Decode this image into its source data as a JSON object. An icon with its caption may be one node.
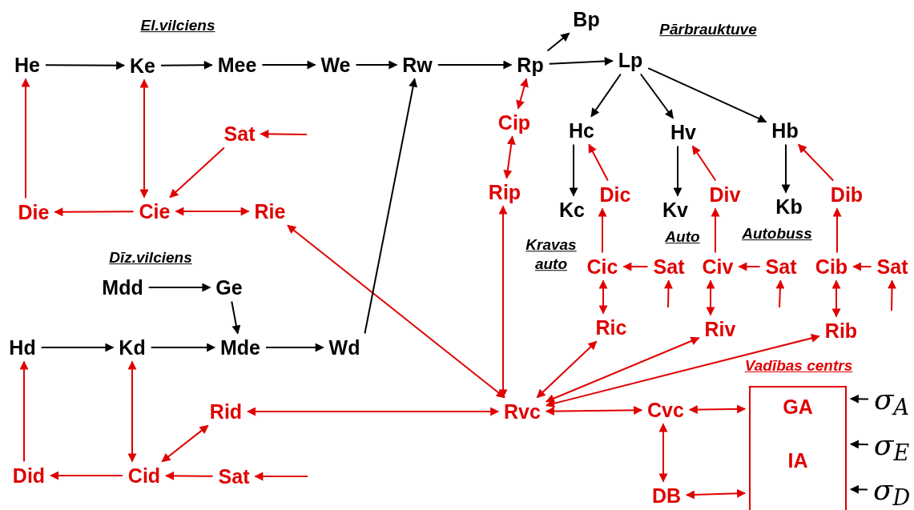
{
  "diagram": {
    "nodes": [
      {
        "text": [
          "He"
        ]
      },
      {
        "text": [
          "Ke"
        ]
      },
      {
        "text": [
          "Mee"
        ]
      },
      {
        "text": [
          "We"
        ]
      },
      {
        "text": [
          "Rw"
        ]
      },
      {
        "text": [
          "Rp"
        ]
      },
      {
        "text": [
          "Bp"
        ]
      },
      {
        "text": [
          "Lp"
        ]
      },
      {
        "text": [
          "Hc"
        ]
      },
      {
        "text": [
          "Hv"
        ]
      },
      {
        "text": [
          "Hb"
        ]
      },
      {
        "text": [
          "Kc"
        ]
      },
      {
        "text": [
          "Dic"
        ]
      },
      {
        "text": [
          "Kv"
        ]
      },
      {
        "text": [
          "Div"
        ]
      },
      {
        "text": [
          "Kb"
        ]
      },
      {
        "text": [
          "Dib"
        ]
      },
      {
        "text": [
          "Cip"
        ]
      },
      {
        "text": [
          "Rip"
        ]
      },
      {
        "text": [
          "Sat"
        ]
      },
      {
        "text": [
          "Die"
        ]
      },
      {
        "text": [
          "Cie"
        ]
      },
      {
        "text": [
          "Rie"
        ]
      },
      {
        "text": [
          "Mdd"
        ]
      },
      {
        "text": [
          "Ge"
        ]
      },
      {
        "text": [
          "Hd"
        ]
      },
      {
        "text": [
          "Kd"
        ]
      },
      {
        "text": [
          "Mde"
        ]
      },
      {
        "text": [
          "Wd"
        ]
      },
      {
        "text": [
          "Rid"
        ]
      },
      {
        "text": [
          "Did"
        ]
      },
      {
        "text": [
          "Cid"
        ]
      },
      {
        "text": [
          "Sat"
        ]
      },
      {
        "text": [
          "Cic"
        ]
      },
      {
        "text": [
          "Sat"
        ]
      },
      {
        "text": [
          "Civ"
        ]
      },
      {
        "text": [
          "Sat"
        ]
      },
      {
        "text": [
          "Cib"
        ]
      },
      {
        "text": [
          "Sat"
        ]
      },
      {
        "text": [
          "Ric"
        ]
      },
      {
        "text": [
          "Riv"
        ]
      },
      {
        "text": [
          "Rib"
        ]
      },
      {
        "text": [
          "Rvc"
        ]
      },
      {
        "text": [
          "Cvc"
        ]
      },
      {
        "text": [
          "DB"
        ]
      },
      {
        "text": [
          "Vadības centrs",
          "GA",
          "IA"
        ]
      },
      {
        "text": [
          "σ$_{A}$"
        ]
      },
      {
        "text": [
          "σ$_{E}$"
        ]
      },
      {
        "text": [
          "σ$_{D}$"
        ]
      }
    ],
    "edges": [
      {
        "from": 0,
        "to": 1,
        "arrow": "to",
        "color": "#000000"
      },
      {
        "from": 1,
        "to": 2,
        "arrow": "to",
        "color": "#000000"
      },
      {
        "from": 2,
        "to": 3,
        "arrow": "to",
        "color": "#000000"
      },
      {
        "from": 3,
        "to": 4,
        "arrow": "to",
        "color": "#000000"
      },
      {
        "from": 4,
        "to": 5,
        "arrow": "to",
        "color": "#000000"
      },
      {
        "from": 5,
        "to": 6,
        "arrow": "to",
        "color": "#000000"
      },
      {
        "from": 5,
        "to": 7,
        "arrow": "to",
        "color": "#000000"
      },
      {
        "from": 7,
        "to": 8,
        "arrow": "to",
        "color": "#000000"
      },
      {
        "from": 7,
        "to": 9,
        "arrow": "to",
        "color": "#000000"
      },
      {
        "from": 7,
        "to": 10,
        "arrow": "to",
        "color": "#000000"
      },
      {
        "from": 8,
        "to": 11,
        "arrow": "to",
        "color": "#000000"
      },
      {
        "from": 9,
        "to": 13,
        "arrow": "to",
        "color": "#000000"
      },
      {
        "from": 10,
        "to": 15,
        "arrow": "to",
        "color": "#000000"
      },
      {
        "from": 12,
        "to": 8,
        "arrow": "to"
      },
      {
        "from": 14,
        "to": 9,
        "arrow": "to"
      },
      {
        "from": 16,
        "to": 10,
        "arrow": "to"
      },
      {
        "from": 5,
        "to": 17,
        "arrow": "both"
      },
      {
        "from": 17,
        "to": 18,
        "arrow": "both"
      },
      {
        "from": 18,
        "to": 42,
        "arrow": "both"
      },
      {
        "from": 1,
        "to": 21,
        "arrow": "both"
      },
      {
        "from": null,
        "to": 19,
        "arrow": "to"
      },
      {
        "from": 19,
        "to": 21,
        "arrow": "to"
      },
      {
        "from": 21,
        "to": 20,
        "arrow": "to"
      },
      {
        "from": 20,
        "to": 0,
        "arrow": "to"
      },
      {
        "from": 21,
        "to": 22,
        "arrow": "both"
      },
      {
        "from": 22,
        "to": 42,
        "arrow": "both"
      },
      {
        "from": 28,
        "to": 4,
        "arrow": "to",
        "color": "#000000"
      },
      {
        "from": 23,
        "to": 24,
        "arrow": "to",
        "color": "#000000"
      },
      {
        "from": 24,
        "to": 27,
        "arrow": "to",
        "color": "#000000"
      },
      {
        "from": 25,
        "to": 26,
        "arrow": "to",
        "color": "#000000"
      },
      {
        "from": 26,
        "to": 27,
        "arrow": "to",
        "color": "#000000"
      },
      {
        "from": 27,
        "to": 28,
        "arrow": "to",
        "color": "#000000"
      },
      {
        "from": 30,
        "to": 25,
        "arrow": "to"
      },
      {
        "from": 26,
        "to": 31,
        "arrow": "both"
      },
      {
        "from": 31,
        "to": 29,
        "arrow": "both"
      },
      {
        "from": 31,
        "to": 30,
        "arrow": "to"
      },
      {
        "from": 32,
        "to": 31,
        "arrow": "to"
      },
      {
        "from": null,
        "to": 32,
        "arrow": "to"
      },
      {
        "from": 29,
        "to": 42,
        "arrow": "both"
      },
      {
        "from": 33,
        "to": 12,
        "arrow": "to"
      },
      {
        "from": 34,
        "to": 33,
        "arrow": "to"
      },
      {
        "from": null,
        "to": 34,
        "arrow": "to"
      },
      {
        "from": 35,
        "to": 14,
        "arrow": "to"
      },
      {
        "from": 36,
        "to": 35,
        "arrow": "to"
      },
      {
        "from": null,
        "to": 36,
        "arrow": "to"
      },
      {
        "from": 37,
        "to": 16,
        "arrow": "to"
      },
      {
        "from": 38,
        "to": 37,
        "arrow": "to"
      },
      {
        "from": null,
        "to": 38,
        "arrow": "to"
      },
      {
        "from": 33,
        "to": 39,
        "arrow": "both"
      },
      {
        "from": 35,
        "to": 40,
        "arrow": "both"
      },
      {
        "from": 37,
        "to": 41,
        "arrow": "both"
      },
      {
        "from": 42,
        "to": 39,
        "arrow": "both"
      },
      {
        "from": 42,
        "to": 40,
        "arrow": "both"
      },
      {
        "from": 42,
        "to": 41,
        "arrow": "both"
      },
      {
        "from": 42,
        "to": 43,
        "arrow": "both"
      },
      {
        "from": 43,
        "to": 45,
        "arrow": "both"
      },
      {
        "from": 43,
        "to": 44,
        "arrow": "both"
      },
      {
        "from": 44,
        "to": 45,
        "arrow": "both"
      },
      {
        "from": 46,
        "to": 45,
        "arrow": "to",
        "color": "#000000"
      },
      {
        "from": 47,
        "to": 45,
        "arrow": "to",
        "color": "#000000"
      },
      {
        "from": 48,
        "to": 45,
        "arrow": "to",
        "color": "#000000"
      }
    ],
    "labels": [
      "El.vilciens",
      "Pārbrauktuve",
      "Dīz.vilciens",
      "Kravas auto",
      "Auto",
      "Autobuss"
    ]
  }
}
